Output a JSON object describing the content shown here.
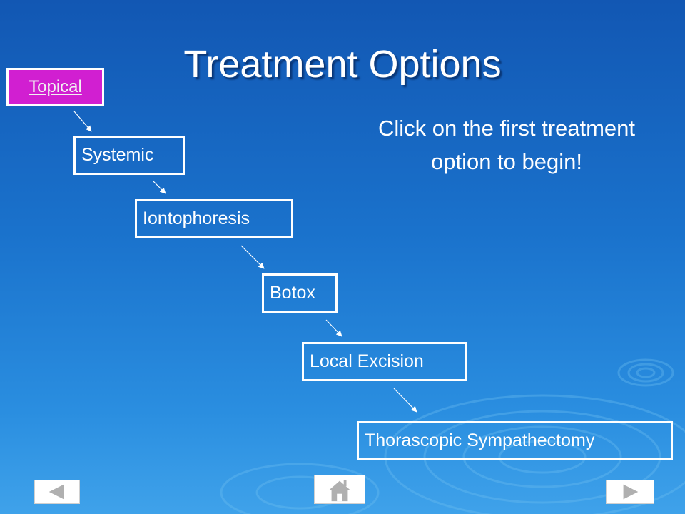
{
  "slide": {
    "title": "Treatment Options",
    "instruction_line1": "Click on the first treatment",
    "instruction_line2": "option to begin!"
  },
  "steps": [
    {
      "label": "Topical",
      "link": true
    },
    {
      "label": "Systemic"
    },
    {
      "label": "Iontophoresis"
    },
    {
      "label": "Botox"
    },
    {
      "label": "Local Excision"
    },
    {
      "label": "Thorascopic Sympathectomy"
    }
  ],
  "nav": {
    "back_icon": "triangle-left-icon",
    "home_icon": "house-icon",
    "forward_icon": "triangle-right-icon"
  },
  "colors": {
    "background_top": "#1257b3",
    "background_bottom": "#3fa2ea",
    "topical_fill": "#d11fd1",
    "box_border": "#ffffff",
    "arrow": "#ffffff",
    "nav_icon": "#b0b0b0"
  }
}
